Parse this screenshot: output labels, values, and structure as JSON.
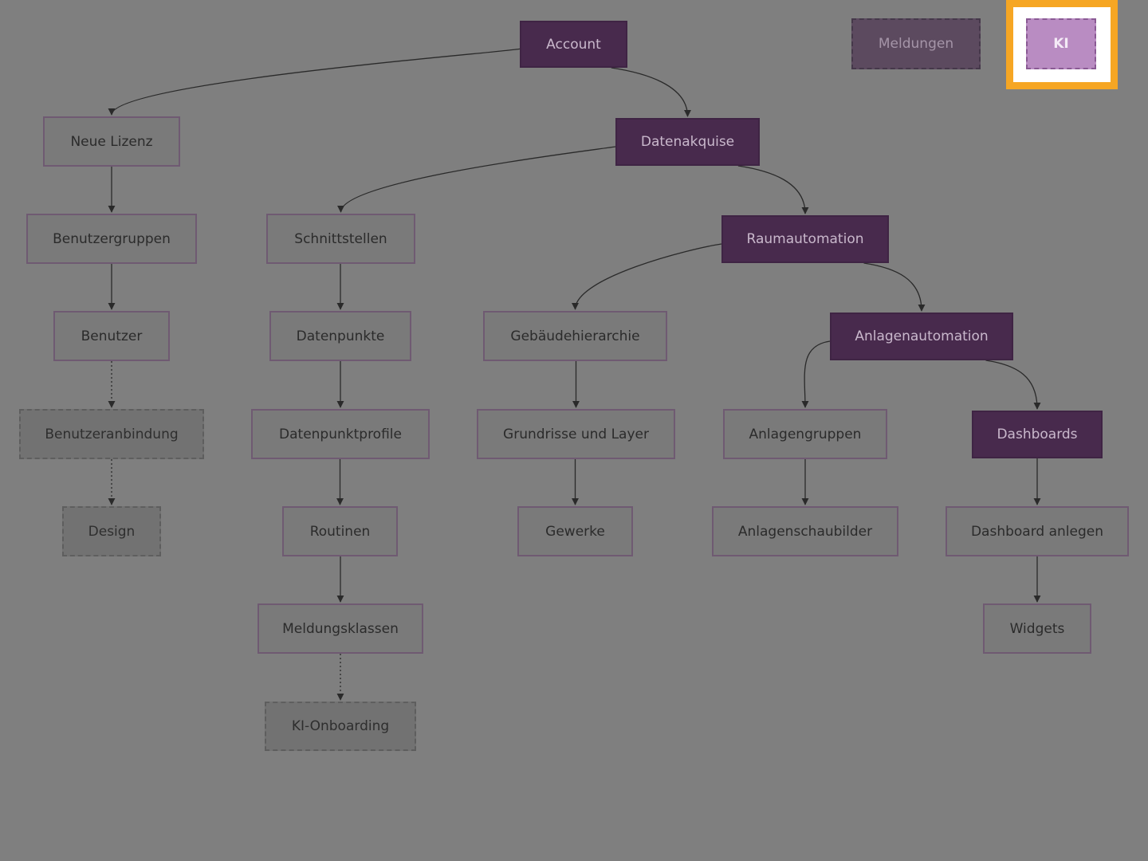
{
  "diagram": {
    "nodes": {
      "account": "Account",
      "meldungen": "Meldungen",
      "ki": "KI",
      "neue_lizenz": "Neue Lizenz",
      "datenakquise": "Datenakquise",
      "benutzergruppen": "Benutzergruppen",
      "schnittstellen": "Schnittstellen",
      "raumautomation": "Raumautomation",
      "benutzer": "Benutzer",
      "datenpunkte": "Datenpunkte",
      "gebaeudehierarchie": "Gebäudehierarchie",
      "anlagenautomation": "Anlagenautomation",
      "benutzeranbindung": "Benutzeranbindung",
      "datenpunktprofile": "Datenpunktprofile",
      "grundrisse": "Grundrisse und Layer",
      "anlagengruppen": "Anlagengruppen",
      "dashboards": "Dashboards",
      "design": "Design",
      "routinen": "Routinen",
      "gewerke": "Gewerke",
      "anlagenschaubilder": "Anlagenschaubilder",
      "dashboard_anlegen": "Dashboard anlegen",
      "meldungsklassen": "Meldungsklassen",
      "widgets": "Widgets",
      "ki_onboarding": "KI-Onboarding"
    },
    "edges": [
      {
        "from": "account",
        "to": "neue_lizenz",
        "style": "solid"
      },
      {
        "from": "account",
        "to": "datenakquise",
        "style": "solid"
      },
      {
        "from": "neue_lizenz",
        "to": "benutzergruppen",
        "style": "solid"
      },
      {
        "from": "datenakquise",
        "to": "schnittstellen",
        "style": "solid"
      },
      {
        "from": "datenakquise",
        "to": "raumautomation",
        "style": "solid"
      },
      {
        "from": "benutzergruppen",
        "to": "benutzer",
        "style": "solid"
      },
      {
        "from": "schnittstellen",
        "to": "datenpunkte",
        "style": "solid"
      },
      {
        "from": "raumautomation",
        "to": "gebaeudehierarchie",
        "style": "solid"
      },
      {
        "from": "raumautomation",
        "to": "anlagenautomation",
        "style": "solid"
      },
      {
        "from": "benutzer",
        "to": "benutzeranbindung",
        "style": "dotted"
      },
      {
        "from": "datenpunkte",
        "to": "datenpunktprofile",
        "style": "solid"
      },
      {
        "from": "gebaeudehierarchie",
        "to": "grundrisse",
        "style": "solid"
      },
      {
        "from": "anlagenautomation",
        "to": "anlagengruppen",
        "style": "solid"
      },
      {
        "from": "anlagenautomation",
        "to": "dashboards",
        "style": "solid"
      },
      {
        "from": "benutzeranbindung",
        "to": "design",
        "style": "dotted"
      },
      {
        "from": "datenpunktprofile",
        "to": "routinen",
        "style": "solid"
      },
      {
        "from": "grundrisse",
        "to": "gewerke",
        "style": "solid"
      },
      {
        "from": "anlagengruppen",
        "to": "anlagenschaubilder",
        "style": "solid"
      },
      {
        "from": "dashboards",
        "to": "dashboard_anlegen",
        "style": "solid"
      },
      {
        "from": "routinen",
        "to": "meldungsklassen",
        "style": "solid"
      },
      {
        "from": "dashboard_anlegen",
        "to": "widgets",
        "style": "solid"
      },
      {
        "from": "meldungsklassen",
        "to": "ki_onboarding",
        "style": "dotted"
      }
    ],
    "colors": {
      "background": "#7f7f7f",
      "active_node": "#482a4d",
      "selected_node": "#b98cc2",
      "selection_outline": "#f6a623",
      "edge": "#2a2a2a"
    }
  }
}
